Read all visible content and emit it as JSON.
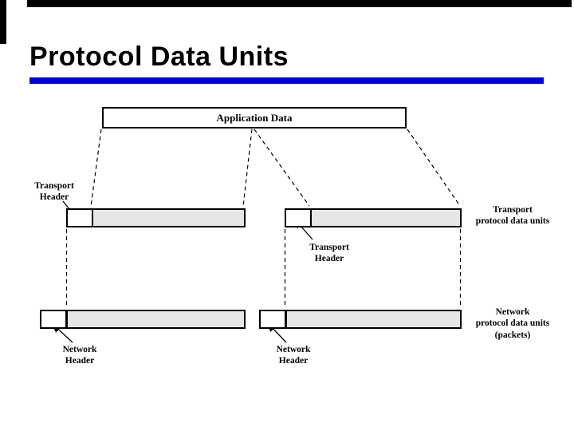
{
  "slide": {
    "title": "Protocol Data Units",
    "colors": {
      "title_underline_blue": "#0000E0",
      "pdu_data_fill_gray": "#E6E6E6",
      "ink_black": "#000000",
      "background": "#FFFFFF"
    }
  },
  "diagram": {
    "application_box": {
      "label": "Application Data"
    },
    "transport_left": {
      "header_label": "Transport\nHeader"
    },
    "transport_right": {
      "header_label": "Transport\nHeader"
    },
    "network_left": {
      "header_label": "Network\nHeader"
    },
    "network_right": {
      "header_label": "Network\nHeader"
    },
    "right_labels": {
      "transport": "Transport\nprotocol data units",
      "network": "Network\nprotocol data units\n(packets)"
    }
  }
}
